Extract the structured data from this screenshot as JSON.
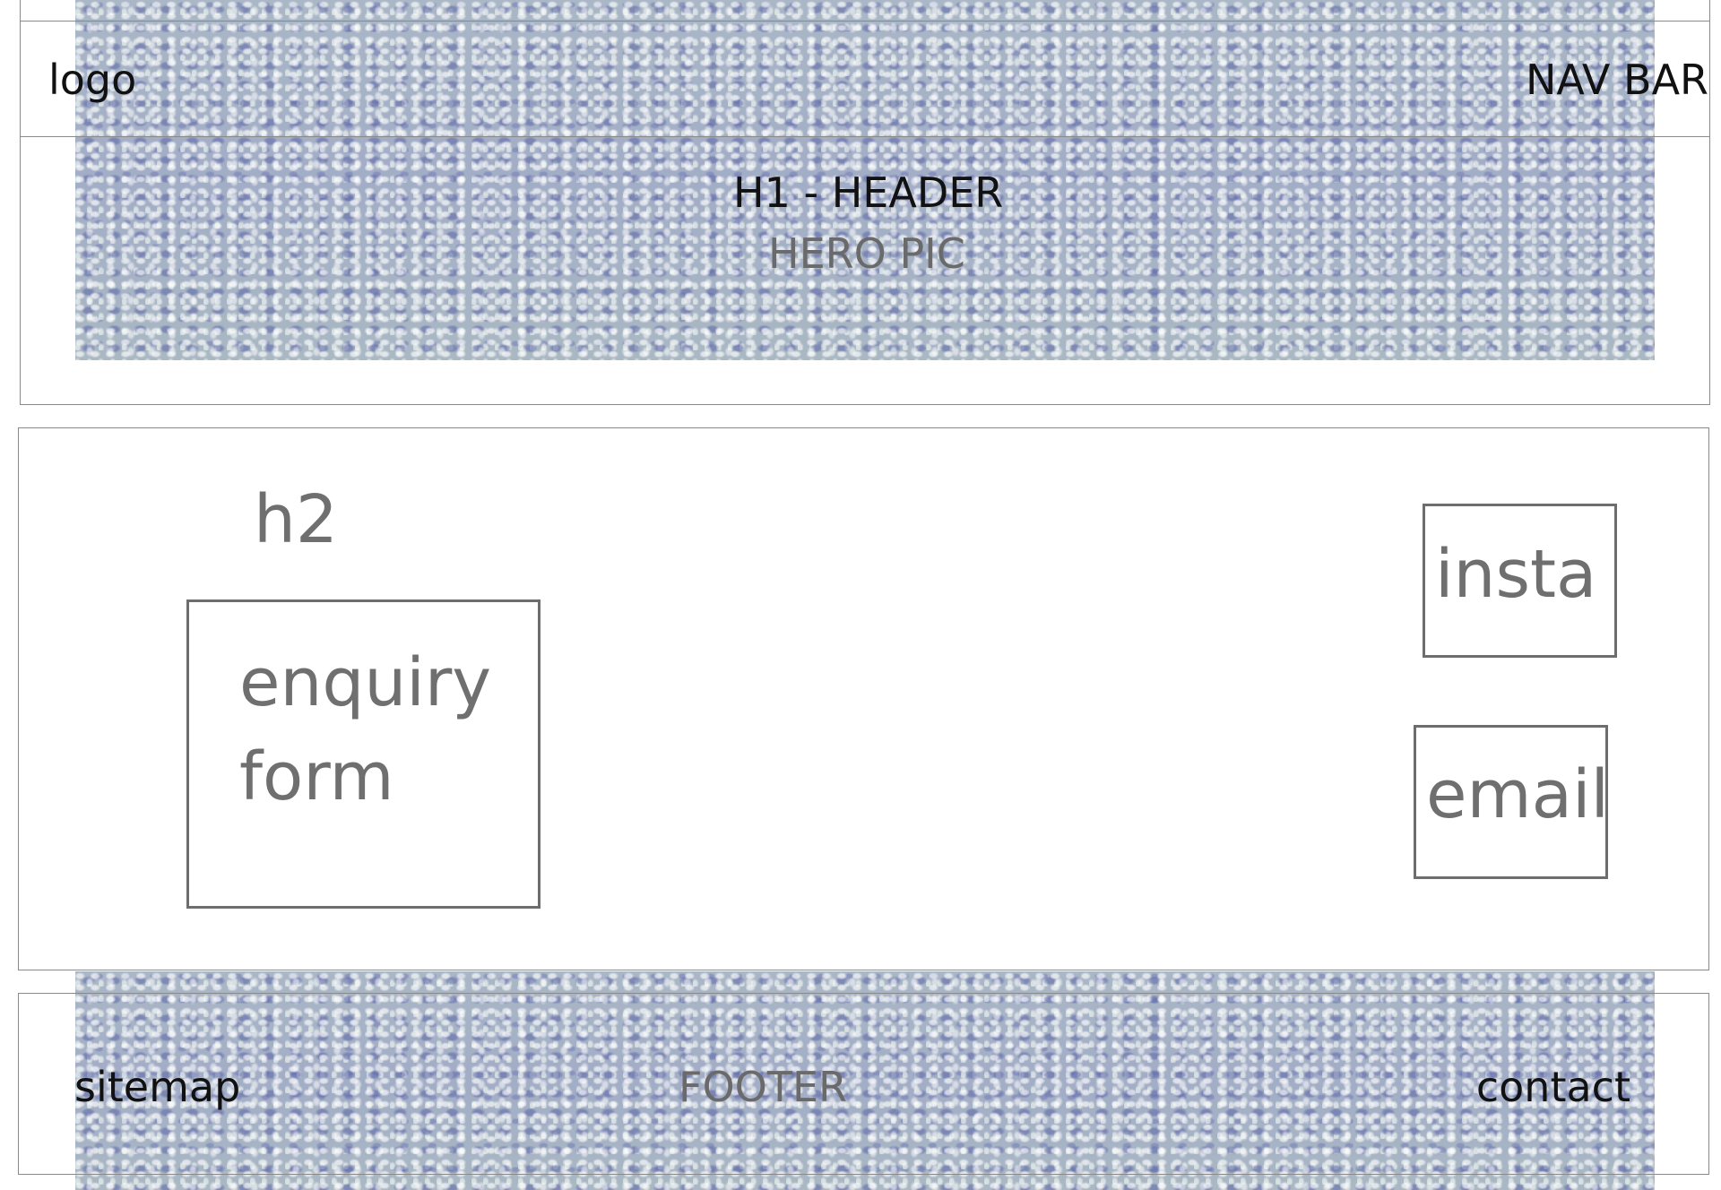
{
  "header": {
    "logo": "logo",
    "nav": "NAV BAR",
    "h1": "H1 - HEADER",
    "hero": "HERO PIC"
  },
  "main": {
    "h2": "h2",
    "enquiry_line1": "enquiry",
    "enquiry_line2": "form",
    "insta": "insta",
    "email": "email"
  },
  "footer": {
    "sitemap": "sitemap",
    "footer": "FOOTER",
    "contact": "contact"
  },
  "colors": {
    "water_background": "#a9b5c8",
    "outline": "#8a8a8a",
    "wire_box": "#6d6d6d",
    "text_dark": "#111111",
    "text_grey": "#6f6f6f"
  }
}
